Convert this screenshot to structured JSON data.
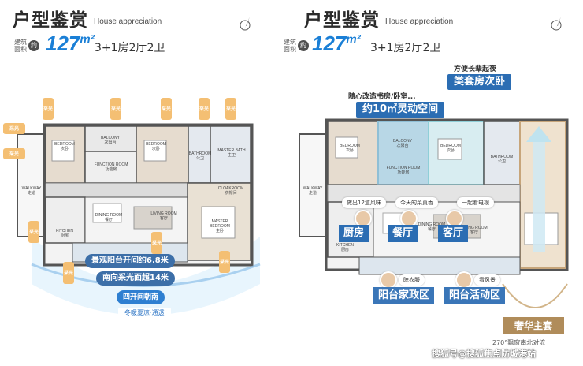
{
  "left": {
    "title": "户型鉴赏",
    "title_en": "House appreciation",
    "area_label_line1": "建筑",
    "area_label_line2": "面积",
    "area_badge": "约",
    "area_value": "127",
    "area_unit": "m²",
    "rooms": "3+1房2厅2卫",
    "sun_label": "采光",
    "rooms_labels": {
      "bedroom1": "BEDROOM\n次卧",
      "balcony": "BALCONY\n次阳台",
      "function_room": "FUNCTION ROOM\n功能房",
      "bedroom2": "BEDROOM\n次卧",
      "bathroom": "BATHROOM\n公卫",
      "master_bath": "MASTER BATH\n主卫",
      "cloakroom": "CLOAKROOM\n衣帽间",
      "walkway": "WALKWAY\n走道",
      "kitchen": "KITCHEN\n厨房",
      "dining": "DINING ROOM\n餐厅",
      "living": "LIVING ROOM\n客厅",
      "master_bedroom": "MASTER\nBEDROOM\n主卧"
    },
    "pill1": "景观阳台开间约6.8米",
    "pill2": "南向采光面超14米",
    "south_title": "四开间朝南",
    "south_sub": "冬暖夏凉·通透"
  },
  "right": {
    "title": "户型鉴赏",
    "title_en": "House appreciation",
    "area_label_line1": "建筑",
    "area_label_line2": "面积",
    "area_badge": "约",
    "area_value": "127",
    "area_unit": "m²",
    "rooms": "3+1房2厅2卫",
    "note_elder": "方便长辈起夜",
    "banner_suite": "类套房次卧",
    "note_convert": "随心改造书房/卧室...",
    "banner_space": "约10㎡灵动空间",
    "rooms_labels": {
      "bedroom": "BEDROOM\n次卧",
      "balcony": "BALCONY\n次阳台",
      "function_room": "FUNCTION ROOM\n功能房",
      "bedroom2": "BEDROOM\n次卧",
      "bathroom": "BATHROOM\n公卫",
      "walkway": "WALKWAY\n走道",
      "kitchen": "KITCHEN\n厨房",
      "dining": "DINING ROOM\n餐厅",
      "living": "LIVING ROOM\n客厅"
    },
    "bubble_cook": "做出12道风味",
    "bubble_dish": "今天的菜真香",
    "bubble_tv": "一起看电视",
    "zone_kitchen": "厨房",
    "zone_dining": "餐厅",
    "zone_living": "客厅",
    "bubble_laundry": "晾衣服",
    "bubble_view": "看风景",
    "zone_home": "阳台家政区",
    "zone_activity": "阳台活动区",
    "luxury": "奢华主套",
    "luxury_sub": "270°飘窗南北对流",
    "watermark": "搜狐号@搜狐焦点防城港站"
  }
}
